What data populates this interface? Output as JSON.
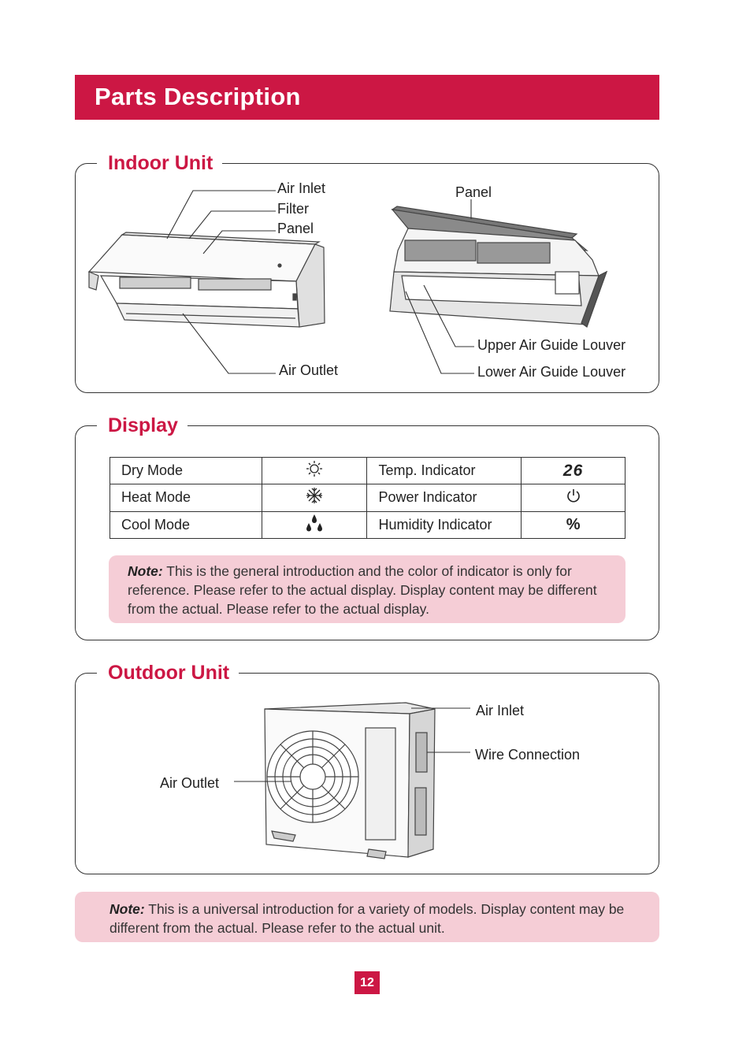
{
  "header": {
    "title": "Parts Description"
  },
  "indoor": {
    "title": "Indoor Unit",
    "labels": {
      "air_inlet": "Air Inlet",
      "filter": "Filter",
      "panel_left": "Panel",
      "air_outlet": "Air Outlet",
      "panel_right": "Panel",
      "upper_louver": "Upper Air Guide Louver",
      "lower_louver": "Lower Air Guide Louver"
    }
  },
  "display": {
    "title": "Display",
    "rows": [
      {
        "mode": "Dry Mode",
        "mode_icon": "sun-icon",
        "indicator": "Temp. Indicator",
        "indicator_value": "26"
      },
      {
        "mode": "Heat Mode",
        "mode_icon": "snowflake-icon",
        "indicator": "Power Indicator",
        "indicator_icon": "power-icon"
      },
      {
        "mode": "Cool Mode",
        "mode_icon": "droplets-icon",
        "indicator": "Humidity Indicator",
        "indicator_value": "%"
      }
    ],
    "note_label": "Note:",
    "note_text": " This is the general introduction and the color of indicator is only for reference. Please refer to the actual display. Display content may be different from the actual. Please refer to the actual display."
  },
  "outdoor": {
    "title": "Outdoor Unit",
    "labels": {
      "air_inlet": "Air Inlet",
      "wire_connection": "Wire Connection",
      "air_outlet": "Air Outlet"
    }
  },
  "footer_note": {
    "label": "Note:",
    "text": " This is a universal introduction for a variety of models. Display content may be different from the actual. Please refer to the actual unit."
  },
  "page_number": "12",
  "colors": {
    "accent": "#cc1744",
    "note_bg": "#f5cdd6"
  }
}
